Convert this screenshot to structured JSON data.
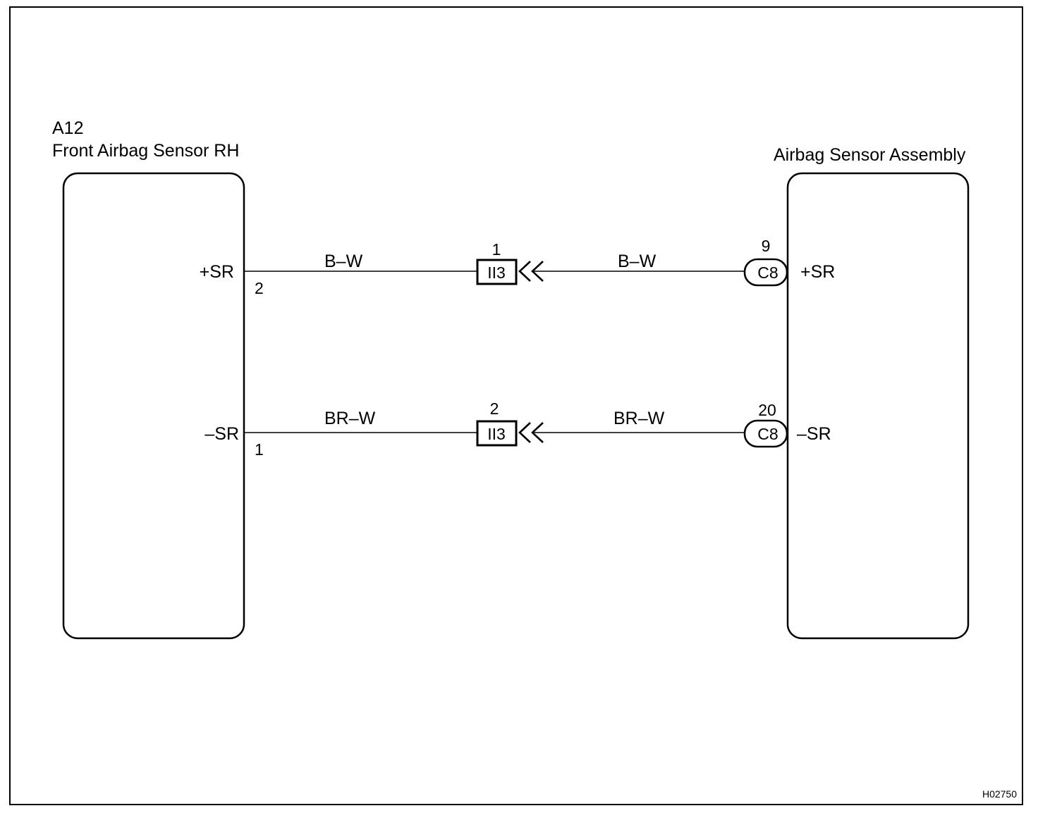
{
  "diagram_code": "H02750",
  "left_component": {
    "code": "A12",
    "name": "Front Airbag Sensor RH",
    "terminals": [
      {
        "signal": "+SR",
        "pin": "2"
      },
      {
        "signal": "–SR",
        "pin": "1"
      }
    ]
  },
  "right_component": {
    "name": "Airbag Sensor Assembly",
    "terminals": [
      {
        "signal": "+SR",
        "pin": "9",
        "connector": "C8"
      },
      {
        "signal": "–SR",
        "pin": "20",
        "connector": "C8"
      }
    ]
  },
  "circuits": [
    {
      "wire_left": "B–W",
      "wire_right": "B–W",
      "junction": "II3",
      "junction_pin": "1"
    },
    {
      "wire_left": "BR–W",
      "wire_right": "BR–W",
      "junction": "II3",
      "junction_pin": "2"
    }
  ],
  "colors": {
    "line": "#000000",
    "background": "#ffffff"
  }
}
